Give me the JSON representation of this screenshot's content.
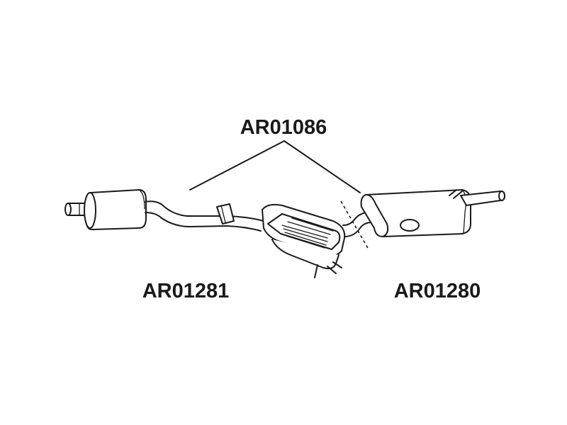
{
  "labels": {
    "top": "AR01086",
    "left": "AR01281",
    "right": "AR01280"
  },
  "colors": {
    "line": "#1a1a1a",
    "background": "#ffffff"
  }
}
